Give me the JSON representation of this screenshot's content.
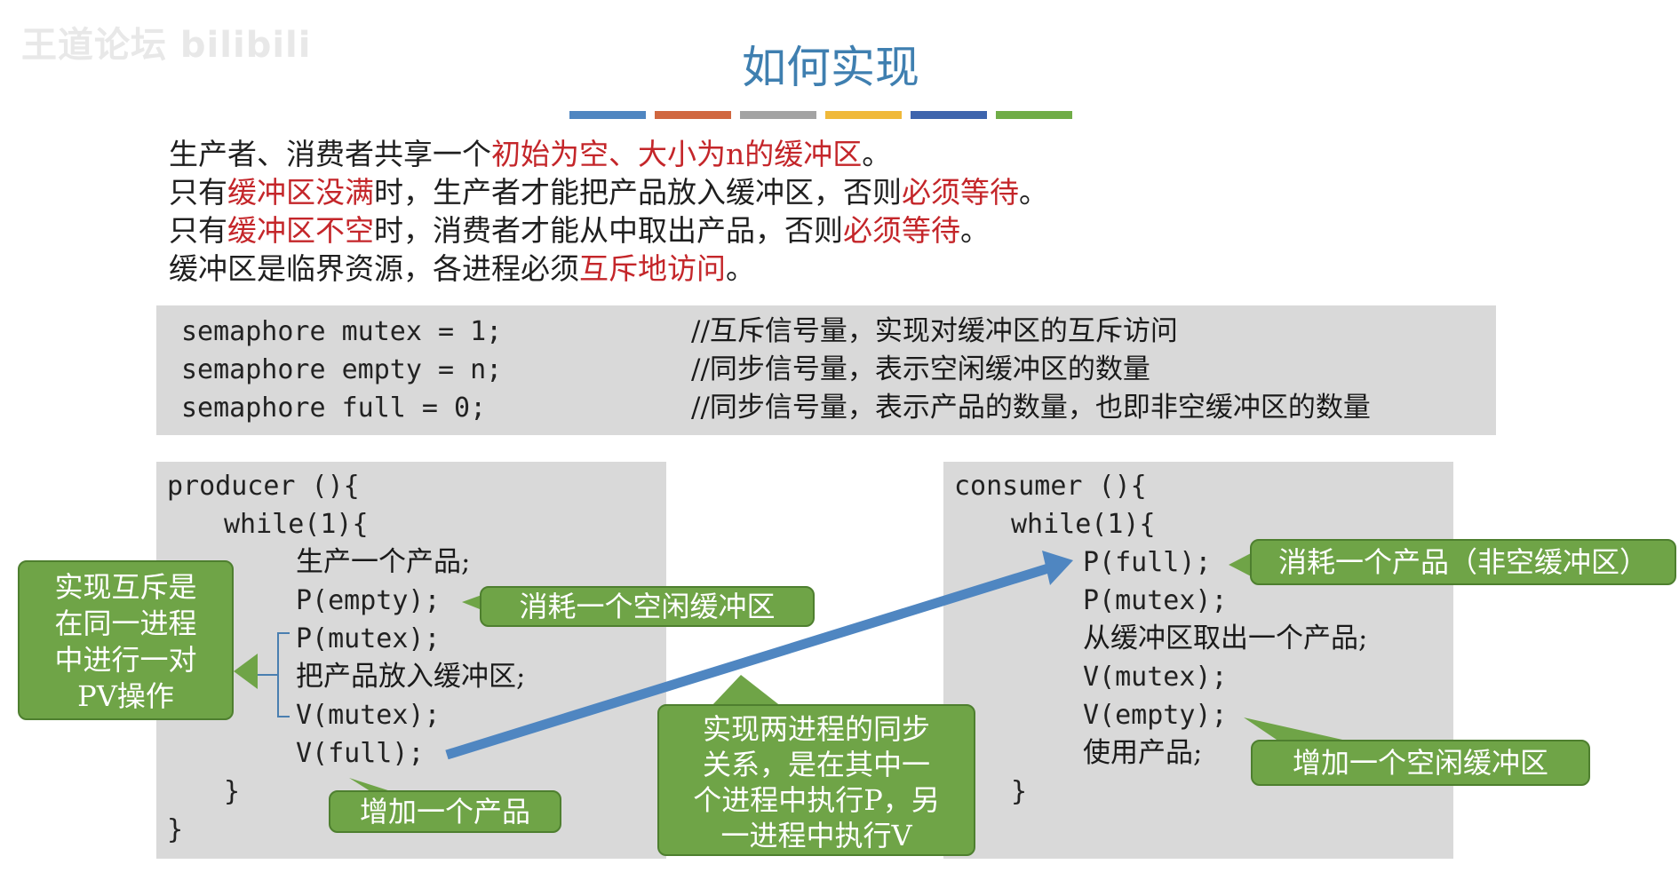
{
  "watermark": "王道论坛 bilibili",
  "title": "如何实现",
  "color_bars": [
    "#4f86c1",
    "#d0673f",
    "#a3a3a3",
    "#f0b93a",
    "#3d64ad",
    "#70ad47"
  ],
  "intro": {
    "line1": [
      "生产者、消费者共享一个",
      "初始为空、大小为n的缓冲区",
      "。"
    ],
    "line2": [
      "只有",
      "缓冲区没满",
      "时，生产者才能把产品放入缓冲区，否则",
      "必须等待",
      "。"
    ],
    "line3": [
      "只有",
      "缓冲区不空",
      "时，消费者才能从中取出产品，否则",
      "必须等待",
      "。"
    ],
    "line4": [
      "缓冲区是临界资源，各进程必须",
      "互斥地访问",
      "。"
    ]
  },
  "semaphores": [
    {
      "code": "semaphore mutex = 1;",
      "comment": "//互斥信号量，实现对缓冲区的互斥访问"
    },
    {
      "code": "semaphore empty = n;",
      "comment": "//同步信号量，表示空闲缓冲区的数量"
    },
    {
      "code": "semaphore full = 0;",
      "comment": "//同步信号量，表示产品的数量，也即非空缓冲区的数量"
    }
  ],
  "producer": {
    "header": "producer (){",
    "while": "while(1){",
    "l1": "生产一个产品;",
    "l2": "P(empty);",
    "l3": "P(mutex);",
    "l4": "把产品放入缓冲区;",
    "l5": "V(mutex);",
    "l6": "V(full);",
    "close_inner": "}",
    "close_outer": "}"
  },
  "consumer": {
    "header": "consumer (){",
    "while": "while(1){",
    "l1": "P(full);",
    "l2": "P(mutex);",
    "l3": "从缓冲区取出一个产品;",
    "l4": "V(mutex);",
    "l5": "V(empty);",
    "l6": "使用产品;",
    "close_inner": "}"
  },
  "callouts": {
    "mutex_pair": [
      "实现互斥是",
      "在同一进程",
      "中进行一对",
      "PV操作"
    ],
    "consume_empty": "消耗一个空闲缓冲区",
    "add_product": "增加一个产品",
    "sync": [
      "实现两进程的同步",
      "关系，是在其中一",
      "个进程中执行P，另",
      "一进程中执行V"
    ],
    "consume_product": "消耗一个产品（非空缓冲区）",
    "add_empty": "增加一个空闲缓冲区"
  }
}
